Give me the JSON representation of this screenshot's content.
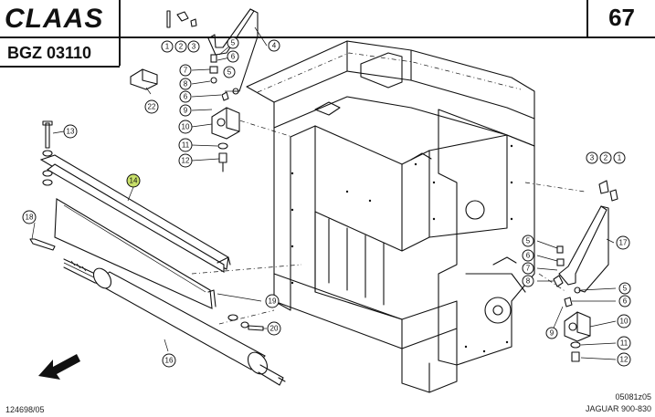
{
  "header": {
    "brand": "CLAAS",
    "sheet_code": "BGZ 03110",
    "page_number": "67"
  },
  "footer": {
    "left_ref": "124698/05",
    "right_ref": "05081z05",
    "model": "JAGUAR 900-830"
  },
  "callouts": {
    "c1a": "1",
    "c2a": "2",
    "c3a": "3",
    "c4": "4",
    "c5a": "5",
    "c6a": "6",
    "c7a": "7",
    "c8a": "8",
    "c6b": "6",
    "c9a": "9",
    "c10a": "10",
    "c11a": "11",
    "c12a": "12",
    "c13": "13",
    "c14": "14",
    "c22": "22",
    "c18": "18",
    "c19": "19",
    "c20": "20",
    "c16": "16",
    "c3b": "3",
    "c2b": "2",
    "c1b": "1",
    "c17": "17",
    "c5b": "5",
    "c6c": "6",
    "c7b": "7",
    "c8b": "8",
    "c5c": "5",
    "c6d": "6",
    "c9b": "9",
    "c10b": "10",
    "c11b": "11",
    "c12b": "12"
  },
  "colors": {
    "highlight_callout": "#c8e06a",
    "line": "#111111"
  }
}
